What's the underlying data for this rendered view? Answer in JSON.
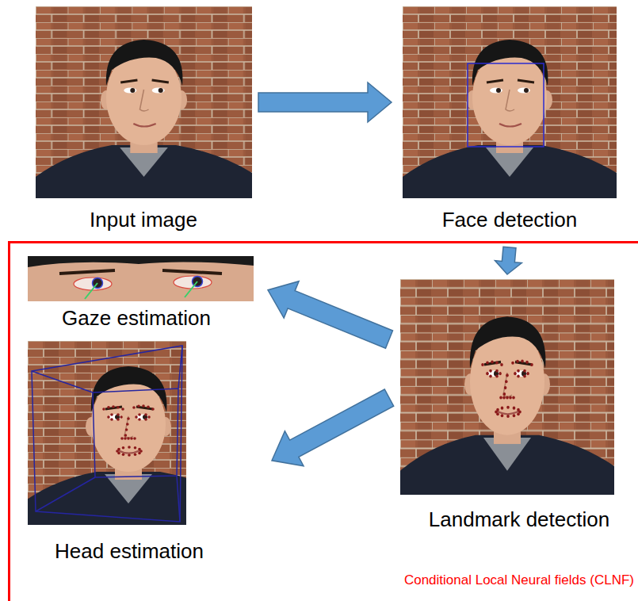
{
  "diagram": {
    "nodes": [
      {
        "text": [
          "Input image"
        ]
      },
      {
        "text": [
          "Face detection"
        ]
      },
      {
        "text": [
          "Conditional Local Neural fields (CLNF)"
        ]
      },
      {
        "text": [
          "Gaze estimation"
        ],
        "in": 2
      },
      {
        "text": [
          "Landmark detection"
        ],
        "in": 2
      },
      {
        "text": [
          "Head estimation"
        ],
        "in": 2
      }
    ],
    "edges": [
      {
        "from": 0,
        "to": 1,
        "arrow": "to"
      },
      {
        "from": 1,
        "to": 4,
        "arrow": "to"
      },
      {
        "from": 4,
        "to": 3,
        "arrow": "to"
      },
      {
        "from": 4,
        "to": 5,
        "arrow": "to"
      }
    ]
  }
}
